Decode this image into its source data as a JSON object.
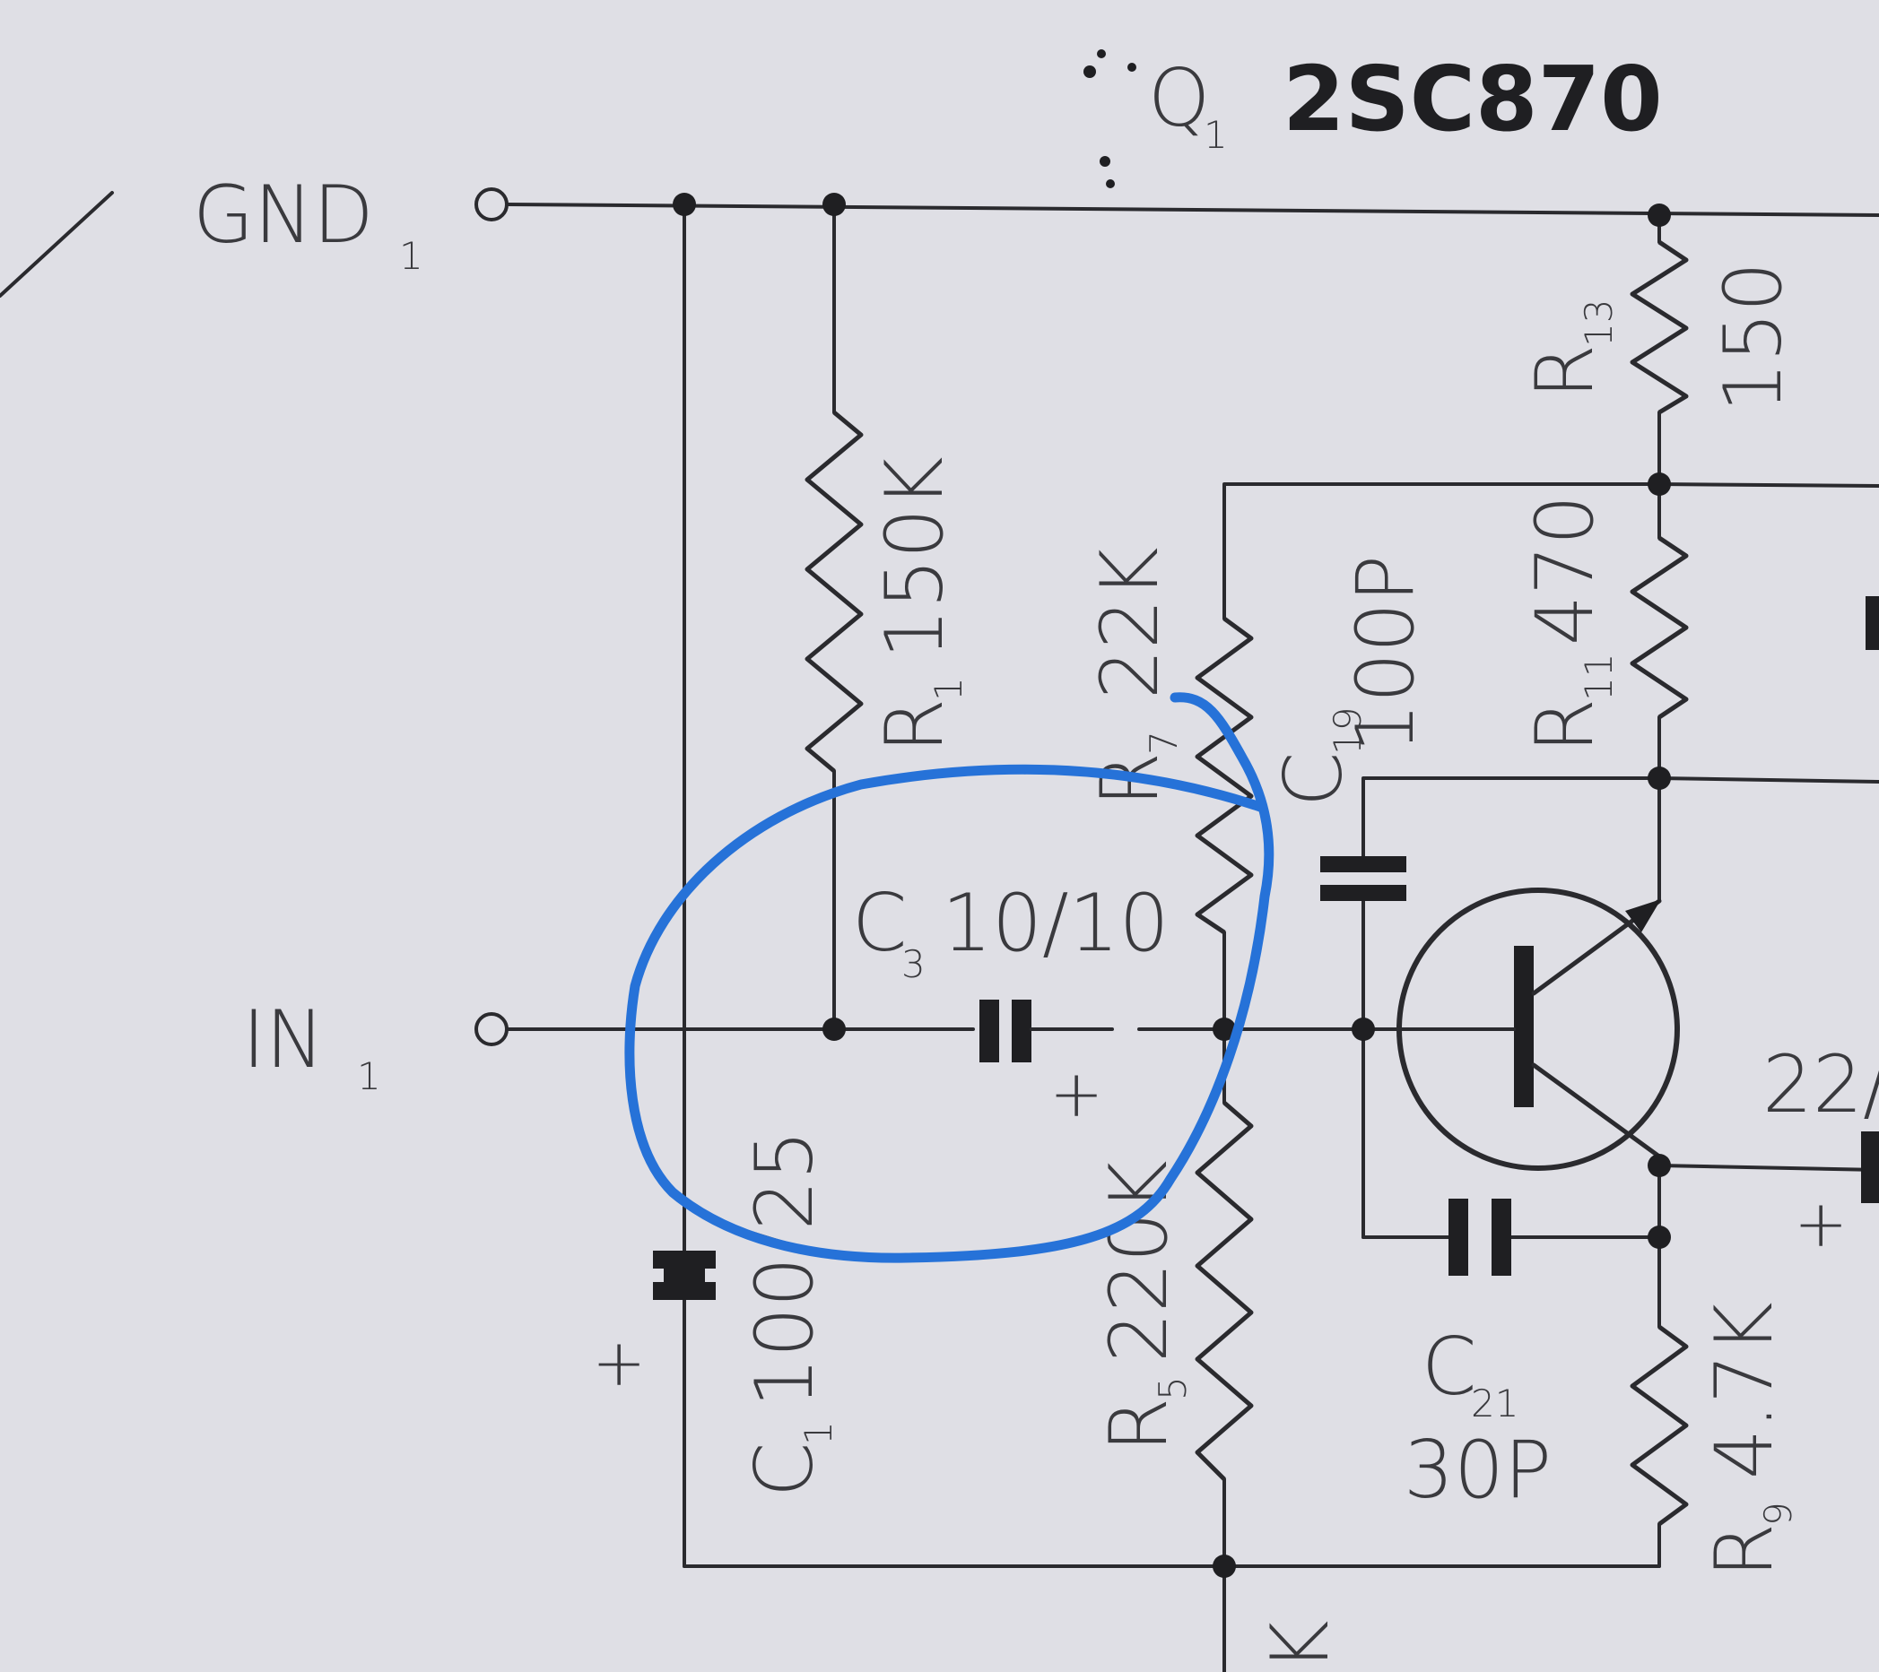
{
  "title": "2SC870",
  "transistor_ref": "Q",
  "transistor_sub": "1",
  "terminals": {
    "gnd": {
      "name": "GND",
      "sub": "1"
    },
    "input": {
      "name": "IN",
      "sub": "1"
    }
  },
  "resistors": [
    {
      "ref": "R",
      "sub": "1",
      "value": "150K"
    },
    {
      "ref": "R",
      "sub": "7",
      "value": "22K"
    },
    {
      "ref": "R",
      "sub": "5",
      "value": "220K"
    },
    {
      "ref": "R",
      "sub": "13",
      "value": "150"
    },
    {
      "ref": "R",
      "sub": "11",
      "value": "470"
    },
    {
      "ref": "R",
      "sub": "9",
      "value": "4.7K"
    }
  ],
  "capacitors": [
    {
      "ref": "C",
      "sub": "3",
      "value": "10/10"
    },
    {
      "ref": "C",
      "sub": "1",
      "value": "100/25"
    },
    {
      "ref": "C",
      "sub": "19",
      "value": "100P"
    },
    {
      "ref": "C",
      "sub": "21",
      "value": "30P"
    }
  ],
  "partial_labels": {
    "right_cap": "22/",
    "bottom_cut": "K"
  },
  "polarity_mark": "+",
  "colors": {
    "paper": "#dfdfe5",
    "ink_lines": "#2a2a2e",
    "annotation": "#2672d8"
  }
}
